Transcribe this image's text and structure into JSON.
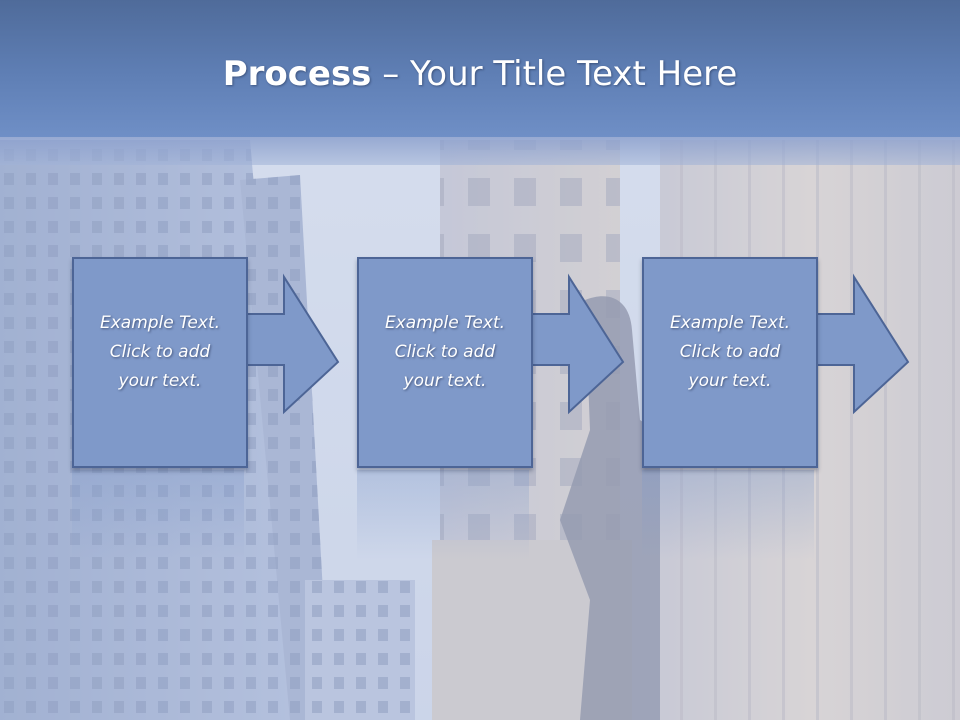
{
  "slide": {
    "title_bold": "Process",
    "title_rest": " – Your Title Text Here"
  },
  "steps": [
    {
      "text": "Example Text.\nClick  to add\nyour text."
    },
    {
      "text": "Example Text.\nClick  to add\nyour text."
    },
    {
      "text": "Example Text.\nClick  to add\nyour text."
    }
  ],
  "colors": {
    "title_band": "#5f7fb5",
    "step_fill": "#7f99c9",
    "step_border": "#4d6596",
    "text": "#ffffff"
  }
}
